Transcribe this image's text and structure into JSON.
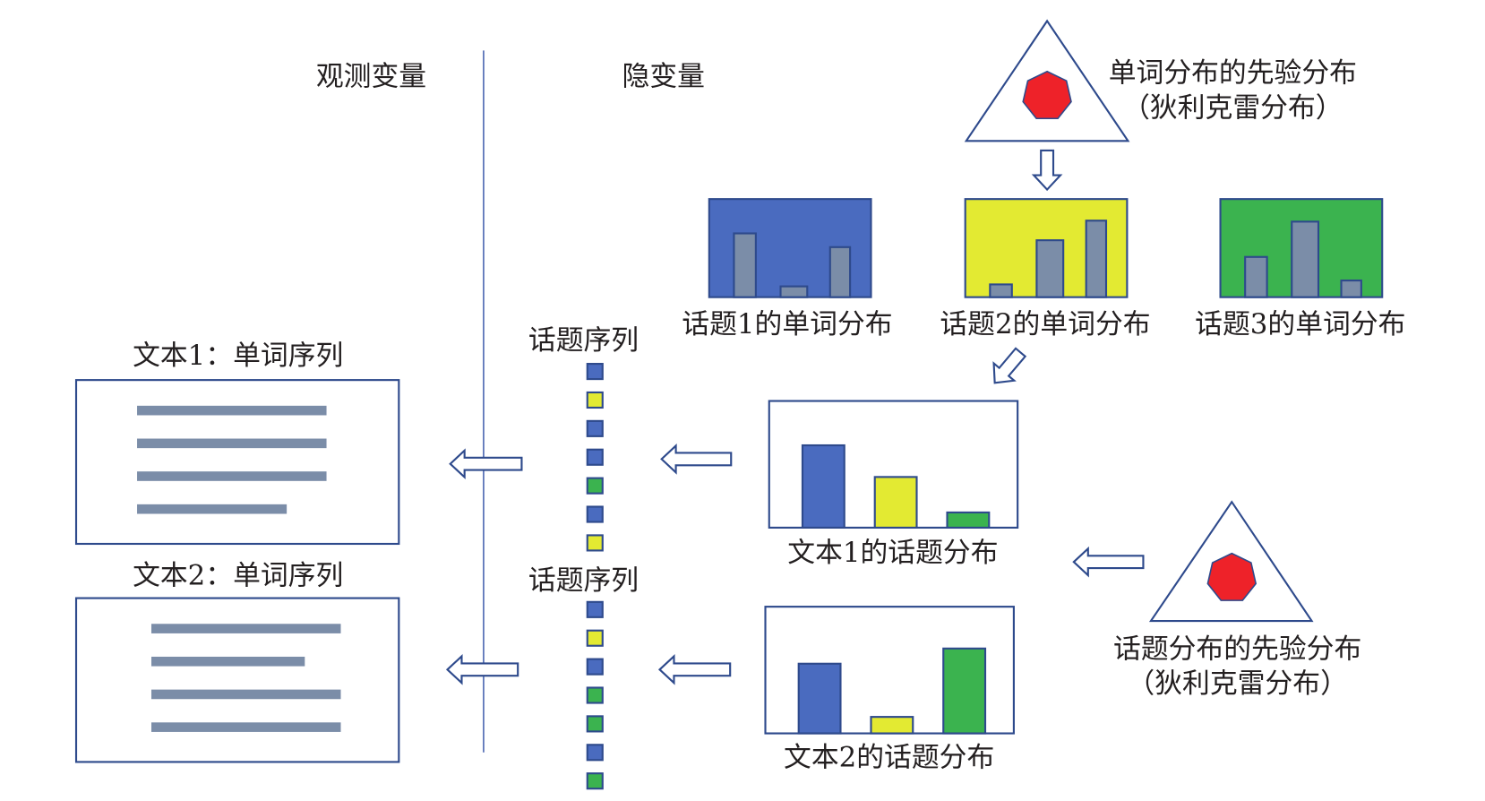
{
  "headers": {
    "observed": "观测变量",
    "latent": "隐变量"
  },
  "word_prior": {
    "title": "单词分布的先验分布",
    "subtitle": "（狄利克雷分布）"
  },
  "topic_prior": {
    "title": "话题分布的先验分布",
    "subtitle": "（狄利克雷分布）"
  },
  "colors": {
    "topic1": "#4a6bbf",
    "topic2": "#e3ea32",
    "topic3": "#3bb34f",
    "bar": "#7b8da8",
    "outline": "#2e4a8c",
    "dirichlet": "#ee2229"
  },
  "topics": [
    {
      "label": "话题1的单词分布",
      "word_probs": [
        0.65,
        0.11,
        0.51
      ]
    },
    {
      "label": "话题2的单词分布",
      "word_probs": [
        0.13,
        0.58,
        0.78
      ]
    },
    {
      "label": "话题3的单词分布",
      "word_probs": [
        0.41,
        0.77,
        0.17
      ]
    }
  ],
  "documents": [
    {
      "text_label": "文本1：单词序列",
      "seq_label": "话题序列",
      "topic_dist_label": "文本1的话题分布",
      "topic_probs": [
        0.65,
        0.4,
        0.12
      ],
      "topic_sequence": [
        1,
        2,
        1,
        1,
        3,
        1,
        2
      ],
      "line_lengths": [
        1.0,
        1.0,
        1.0,
        0.79
      ]
    },
    {
      "text_label": "文本2：单词序列",
      "seq_label": "话题序列",
      "topic_dist_label": "文本2的话题分布",
      "topic_probs": [
        0.55,
        0.13,
        0.67
      ],
      "topic_sequence": [
        1,
        2,
        1,
        3,
        3,
        1,
        3
      ],
      "line_lengths": [
        1.0,
        0.81,
        1.0,
        1.0
      ]
    }
  ]
}
